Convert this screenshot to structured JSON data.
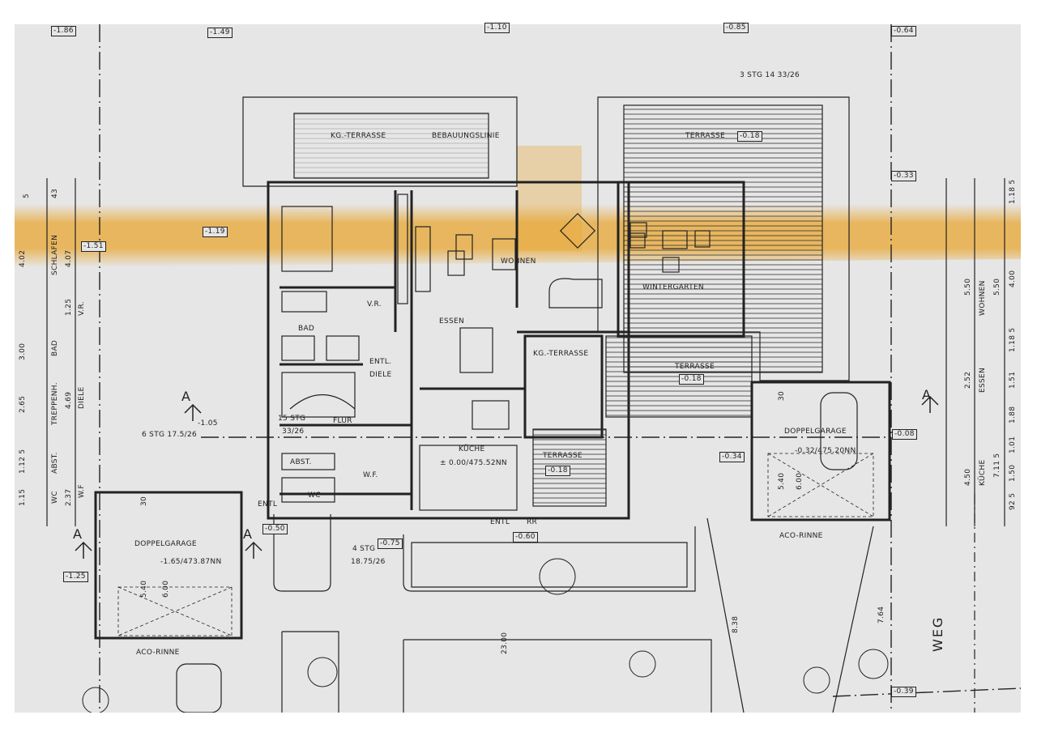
{
  "colors": {
    "paper": "#e6e6e6",
    "ink": "#222222",
    "highlight": "#e8a630"
  },
  "top_levels": [
    "-1.86",
    "-1.49",
    "-1.10",
    "-0.85",
    "-0.64"
  ],
  "rooms": {
    "kg_terrasse_north": "KG.-TERRASSE",
    "bebauungslinie": "BEBAUUNGSLINIE",
    "terrasse_north": "TERRASSE",
    "terrasse_north_level": "-0.18",
    "stg_north": "3 STG 14 33/26",
    "wohnen": "WOHNEN",
    "wintergarten": "WINTERGARTEN",
    "vr": "V.R.",
    "bad": "BAD",
    "essen": "ESSEN",
    "kg_terrasse_mid": "KG.-TERRASSE",
    "terrasse_east": "TERRASSE",
    "terrasse_east_level": "-0.18",
    "entl_diele": "ENTL.",
    "diele": "DIELE",
    "flur": "FLUR",
    "stg_inner": "15 STG",
    "stg_inner_ratio": "33/26",
    "stg_west": "6 STG 17.5/26",
    "kueche": "KÜCHE",
    "kueche_level": "± 0.00/475.52NN",
    "terrasse_south": "TERRASSE",
    "terrasse_south_level": "-0.18",
    "abst": "ABST.",
    "wc": "WC",
    "wf": "W.F.",
    "entl_wc": "ENTL",
    "entl_kitchen": "ENTL",
    "rr": "RR",
    "stg_entry": "4 STG",
    "stg_entry_ratio": "18.75/26"
  },
  "levels": {
    "l119": "-1.19",
    "l151": "-1.51",
    "l105": "-1.05",
    "l034": "-0.34",
    "l008": "-0.08",
    "l033": "-0.33",
    "l039": "-0.39",
    "l060": "-0.60",
    "l075": "-0.75",
    "l050": "-0.50",
    "l125": "-1.25"
  },
  "garage_west": {
    "title": "DOPPELGARAGE",
    "level": "-1.65/473.87NN",
    "d1": "5.40",
    "d2": "6.00",
    "d3": "30",
    "rinne": "ACO-RINNE"
  },
  "garage_east": {
    "title": "DOPPELGARAGE",
    "level": "-0.32/475.20NN",
    "d1": "5.40",
    "d2": "6.00",
    "d3": "30",
    "rinne": "ACO-RINNE"
  },
  "site": {
    "weg": "WEG",
    "d2300": "23.00",
    "d838": "8.38",
    "d764": "7.64",
    "section": "A"
  },
  "dims_left": [
    {
      "a": "5",
      "b": "43"
    },
    {
      "a": "4.02",
      "b": "SCHLAFEN",
      "c": "4.07"
    },
    {
      "a": "3.00",
      "b": "BAD",
      "c": "1.25",
      "d": "V.R."
    },
    {
      "a": "2.65",
      "b": "TREPPENH.",
      "c": "4.69",
      "d": "DIELE"
    },
    {
      "a": "1.12 5",
      "b": "ABST."
    },
    {
      "a": "1.15",
      "b": "WC",
      "c": "2.37",
      "d": "W.F"
    }
  ],
  "dims_right": [
    {
      "a": "5.50",
      "b": "WOHNEN",
      "c": "5.50",
      "d": "4.00"
    },
    {
      "a": "2.52",
      "b": "ESSEN"
    },
    {
      "a": "4.50",
      "b": "KÜCHE",
      "c": "7.11 5"
    },
    {
      "d": "1.18 5"
    },
    {
      "d": "1.18 5"
    },
    {
      "d": "1.51"
    },
    {
      "d": "1.88"
    },
    {
      "d": "1.01"
    },
    {
      "d": "1.50"
    },
    {
      "d": "92 5"
    }
  ]
}
